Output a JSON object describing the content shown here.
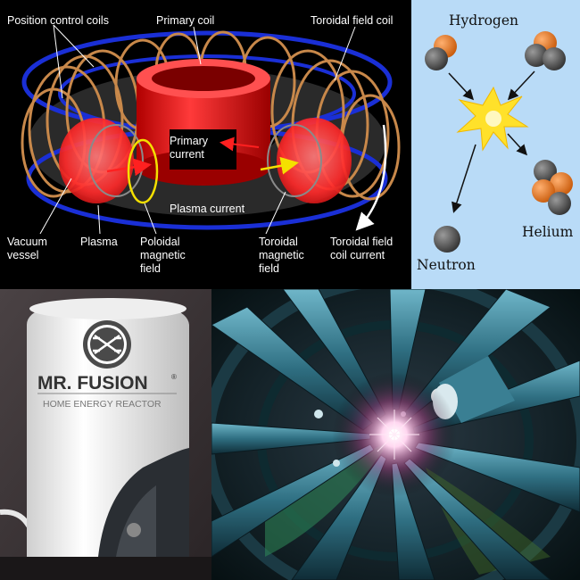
{
  "tokamak": {
    "labels": {
      "position_control_coils": "Position control coils",
      "primary_coil": "Primary coil",
      "toroidal_field_coil": "Toroidal field coil",
      "primary_current_1": "Primary",
      "primary_current_2": "current",
      "plasma_current": "Plasma current",
      "vacuum_vessel_1": "Vacuum",
      "vacuum_vessel_2": "vessel",
      "plasma": "Plasma",
      "poloidal_1": "Poloidal",
      "poloidal_2": "magnetic",
      "poloidal_3": "field",
      "toroidal_mf_1": "Toroidal",
      "toroidal_mf_2": "magnetic",
      "toroidal_mf_3": "field",
      "tfc_current_1": "Toroidal field",
      "tfc_current_2": "coil current"
    },
    "colors": {
      "coil": "#c8884a",
      "ring": "#1a2fd6",
      "plasma": "#ff2a2a",
      "arrow_red": "#ff2020",
      "arrow_yellow": "#f4e000"
    }
  },
  "fusion": {
    "hydrogen": "Hydrogen",
    "helium": "Helium",
    "neutron": "Neutron",
    "colors": {
      "proton": "#e0731a",
      "neutron": "#555555",
      "flash": "#ffe12a",
      "background": "#b9dbf7"
    }
  },
  "mr_fusion": {
    "brand": "MR. FUSION",
    "registered": "®",
    "tagline": "HOME ENERGY REACTOR"
  }
}
